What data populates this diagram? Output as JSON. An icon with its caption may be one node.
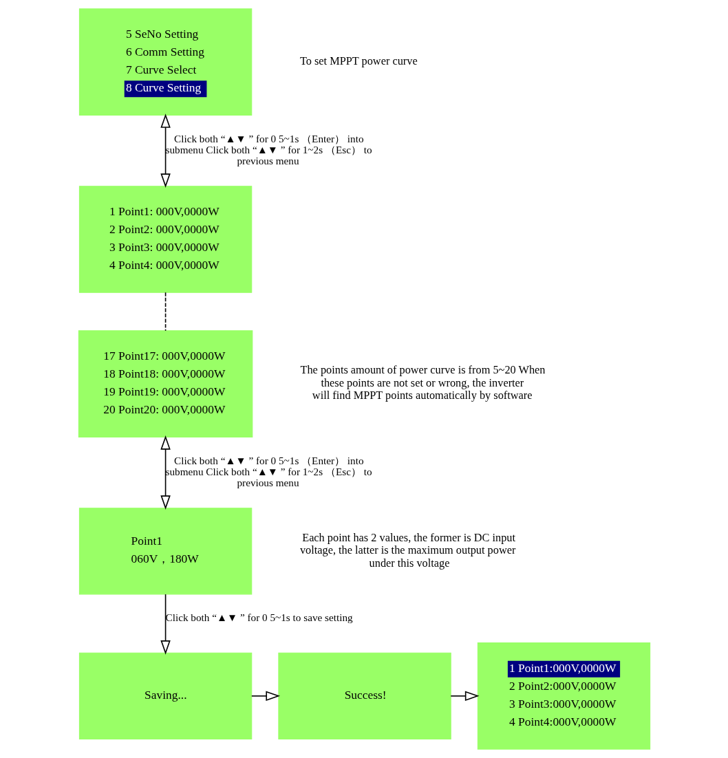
{
  "diagram": {
    "nodes": [
      {
        "text": [
          "5 SeNo Setting",
          "6 Comm Setting",
          "7 Curve Select",
          "8 Curve Setting"
        ],
        "beside": [
          "To set MPPT power curve"
        ]
      },
      {
        "text": [
          "1 Point1: 000V,0000W",
          "2 Point2: 000V,0000W",
          "3 Point3: 000V,0000W",
          "4 Point4: 000V,0000W"
        ]
      },
      {
        "text": [
          "17 Point17: 000V,0000W",
          "18 Point18: 000V,0000W",
          "19 Point19: 000V,0000W",
          "20 Point20: 000V,0000W"
        ],
        "beside": [
          "The points amount of power curve is from 5~20 When these points are not set or wrong, the inverter will find MPPT points automatically by software"
        ]
      },
      {
        "text": [
          "Point1",
          "060V，180W"
        ],
        "beside": [
          "Each point has 2 values, the former is DC input voltage, the latter is the maximum output power under this voltage"
        ]
      },
      {
        "text": [
          "Saving..."
        ]
      },
      {
        "text": [
          "Success!"
        ]
      },
      {
        "text": [
          "1 Point1:000V,0000W",
          "2 Point2:000V,0000W",
          "3 Point3:000V,0000W",
          "4 Point4:000V,0000W"
        ]
      }
    ],
    "edges": [
      {
        "from": 0,
        "to": 1,
        "arrow": "both",
        "label": "Click both “▲▼ ” for 0 5~1s （Enter） into submenu Click both “▲▼ ” for 1~2s （Esc） to previous menu"
      },
      {
        "from": 1,
        "to": 2,
        "arrow": "none",
        "style": "dashed"
      },
      {
        "from": 2,
        "to": 3,
        "arrow": "both",
        "label": "Click both “▲▼ ” for 0 5~1s （Enter） into submenu Click both “▲▼ ” for 1~2s （Esc） to previous menu"
      },
      {
        "from": 3,
        "to": 4,
        "arrow": "to",
        "label": "Click both “▲▼ ” for 0 5~1s to save setting"
      },
      {
        "from": 4,
        "to": 5,
        "arrow": "to"
      },
      {
        "from": 5,
        "to": 6,
        "arrow": "to"
      }
    ]
  }
}
